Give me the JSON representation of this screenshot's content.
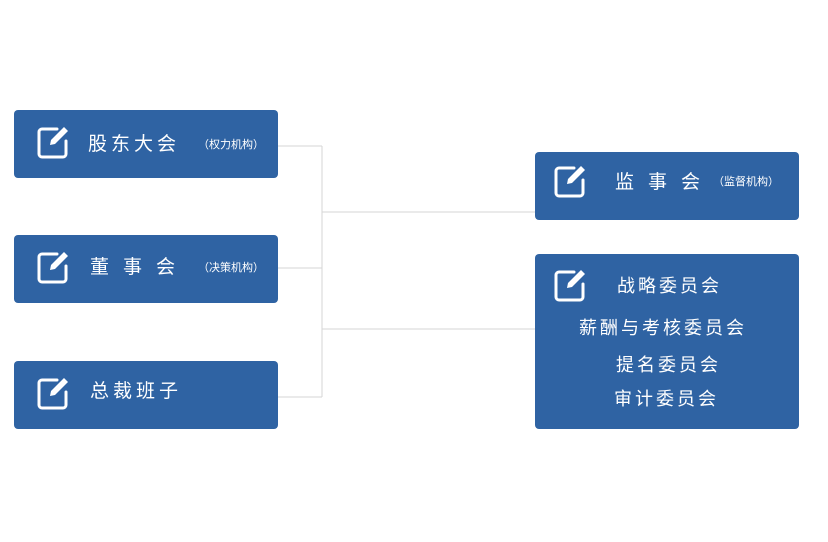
{
  "boxes": {
    "shareholders": {
      "title": "股东大会",
      "note": "（权力机构）",
      "icon": "edit-icon"
    },
    "board": {
      "title": "董事会",
      "note": "（决策机构）",
      "icon": "edit-icon"
    },
    "executives": {
      "title": "总裁班子",
      "icon": "edit-icon"
    },
    "supervisors": {
      "title": "监事会",
      "note": "（监督机构）",
      "icon": "edit-icon"
    },
    "committees": {
      "icon": "edit-icon",
      "items": [
        "战略委员会",
        "薪酬与考核委员会",
        "提名委员会",
        "审计委员会"
      ]
    }
  },
  "colors": {
    "box_fill": "#2f63a3",
    "connector": "#d6d6d6",
    "text": "#ffffff"
  }
}
